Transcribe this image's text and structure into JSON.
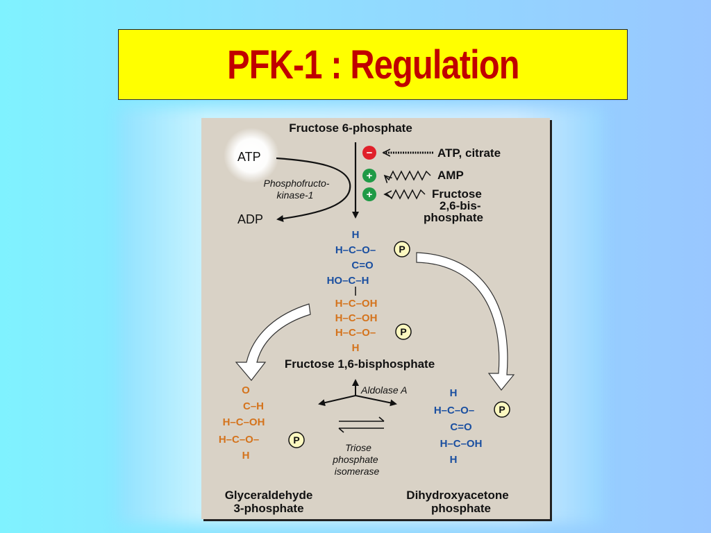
{
  "slide": {
    "title": "PFK-1 : Regulation"
  },
  "diagram": {
    "substrate_label": "Fructose 6-phosphate",
    "atp_label": "ATP",
    "adp_label": "ADP",
    "enzyme_line1": "Phosphofructo-",
    "enzyme_line2": "kinase-1",
    "inhibitor_sign": "−",
    "activator_sign": "+",
    "inhibitor_label": "ATP, citrate",
    "activator1_label": "AMP",
    "activator2_line1": "Fructose",
    "activator2_line2": "2,6-bis-",
    "activator2_line3": "phosphate",
    "product_label": "Fructose 1,6-bisphosphate",
    "aldolase_label": "Aldolase A",
    "isomerase_line1": "Triose",
    "isomerase_line2": "phosphate",
    "isomerase_line3": "isomerase",
    "g3p_line1": "Glyceraldehyde",
    "g3p_line2": "3-phosphate",
    "dhap_line1": "Dihydroxyacetone",
    "dhap_line2": "phosphate",
    "phosphate_symbol": "P",
    "colors": {
      "blue_atoms": "#1a4fa0",
      "orange_atoms": "#d4731c",
      "inhibitor": "#e0202a",
      "activator": "#1f9a46"
    },
    "f16bp": {
      "c1_top": "H",
      "c1_main": "H–C–O–",
      "c2": "C=O",
      "c3": "HO–C–H",
      "c4": "H–C–OH",
      "c5": "H–C–OH",
      "c6_main": "H–C–O–",
      "c6_bottom": "H"
    },
    "g3p": {
      "r1": "O",
      "r2": "C–H",
      "r3": "H–C–OH",
      "r4": "H–C–O–",
      "r5": "H"
    },
    "dhap": {
      "r1": "H",
      "r2": "H–C–O–",
      "r3": "C=O",
      "r4": "H–C–OH",
      "r5": "H"
    }
  }
}
